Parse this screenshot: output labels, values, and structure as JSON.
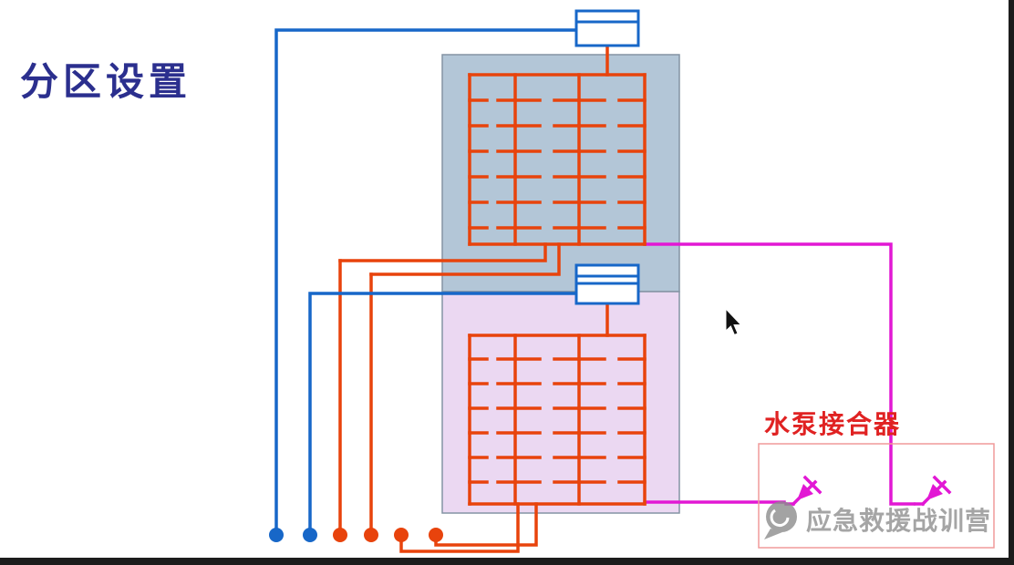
{
  "title": "分区设置",
  "diagram": {
    "pump_connector_label": "水泵接合器",
    "watermark_text": "应急救援战训营"
  },
  "icons": {
    "watermark_logo": "chat-bubble-icon",
    "pump_connector_symbol": "siamese-connection-icon",
    "cursor": "mouse-pointer-icon"
  },
  "colors": {
    "background": "#ffffff",
    "title": "#2b2f8e",
    "pipe-red": "#e8430c",
    "line-blue": "#1767c8",
    "line-magenta": "#e218d4",
    "zone-upper": "#b3c6d7",
    "zone-lower": "#ebd8f2",
    "building-border": "#8494a4",
    "pump-box-border": "#f09a9a",
    "pump-label": "#e02222",
    "watermark": "#8f8f8f",
    "edge-bar": "#1c1c1c"
  }
}
